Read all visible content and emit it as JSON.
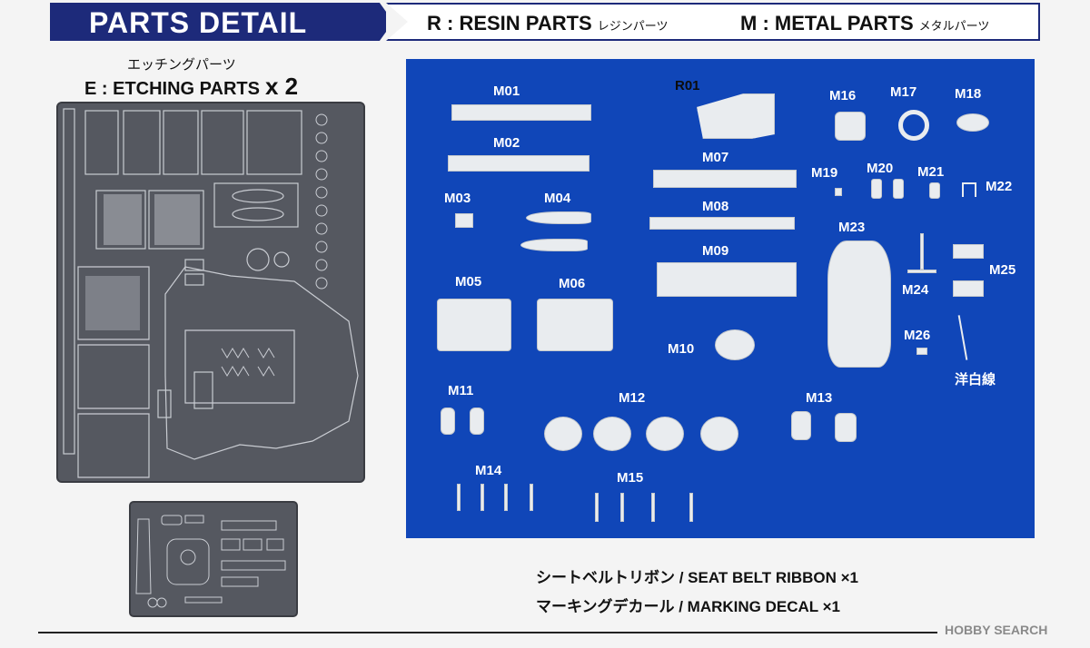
{
  "header": {
    "title": "PARTS DETAIL",
    "resin_label": "R : RESIN PARTS",
    "resin_kana": "レジンパーツ",
    "metal_label": "M : METAL PARTS",
    "metal_kana": "メタルパーツ"
  },
  "etching": {
    "kana": "エッチングパーツ",
    "label": "E : ETCHING PARTS",
    "count": "x 2"
  },
  "parts": {
    "R01": "R01",
    "M01": "M01",
    "M02": "M02",
    "M03": "M03",
    "M04": "M04",
    "M05": "M05",
    "M06": "M06",
    "M07": "M07",
    "M08": "M08",
    "M09": "M09",
    "M10": "M10",
    "M11": "M11",
    "M12": "M12",
    "M13": "M13",
    "M14": "M14",
    "M15": "M15",
    "M16": "M16",
    "M17": "M17",
    "M18": "M18",
    "M19": "M19",
    "M20": "M20",
    "M21": "M21",
    "M22": "M22",
    "M23": "M23",
    "M24": "M24",
    "M25": "M25",
    "M26": "M26",
    "wire": "洋白線"
  },
  "extras": {
    "seat_belt": "シートベルトリボン / SEAT BELT RIBBON ×1",
    "decal": "マーキングデカール / MARKING DECAL ×1"
  },
  "watermark": "HOBBY SEARCH",
  "colors": {
    "header_navy": "#1d2a7a",
    "panel_blue": "#1046b8",
    "sheet_gray": "#555860"
  }
}
